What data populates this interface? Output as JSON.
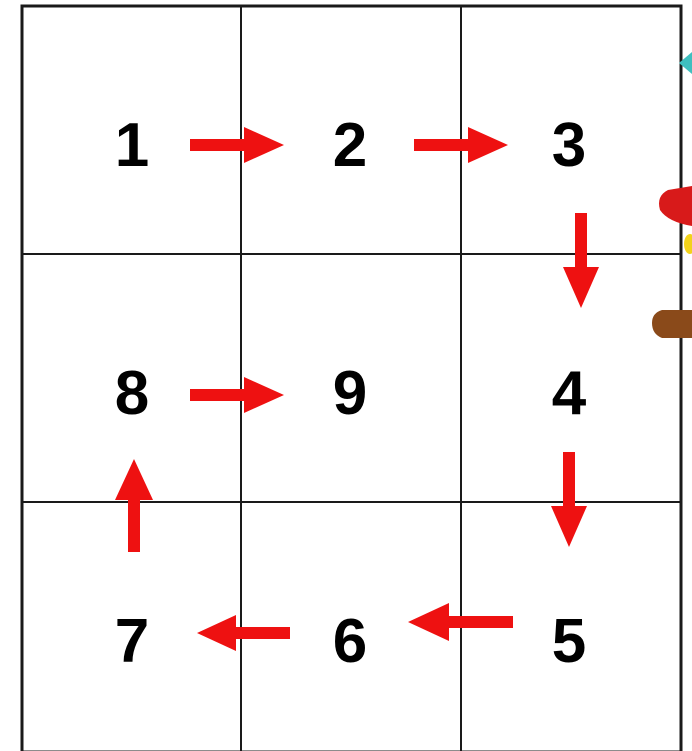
{
  "colors": {
    "grid_line": "#1a1a1a",
    "arrow": "#ee1111",
    "number": "#000000"
  },
  "cells": [
    {
      "label": "1",
      "row": 0,
      "col": 0
    },
    {
      "label": "2",
      "row": 0,
      "col": 1
    },
    {
      "label": "3",
      "row": 0,
      "col": 2
    },
    {
      "label": "8",
      "row": 1,
      "col": 0
    },
    {
      "label": "9",
      "row": 1,
      "col": 1
    },
    {
      "label": "4",
      "row": 1,
      "col": 2
    },
    {
      "label": "7",
      "row": 2,
      "col": 0
    },
    {
      "label": "6",
      "row": 2,
      "col": 1
    },
    {
      "label": "5",
      "row": 2,
      "col": 2
    }
  ],
  "arrows": [
    {
      "from": "1",
      "to": "2",
      "direction": "right"
    },
    {
      "from": "2",
      "to": "3",
      "direction": "right"
    },
    {
      "from": "3",
      "to": "4",
      "direction": "down"
    },
    {
      "from": "4",
      "to": "5",
      "direction": "down"
    },
    {
      "from": "5",
      "to": "6",
      "direction": "left"
    },
    {
      "from": "6",
      "to": "7",
      "direction": "left"
    },
    {
      "from": "7",
      "to": "8",
      "direction": "up"
    },
    {
      "from": "8",
      "to": "9",
      "direction": "right"
    }
  ]
}
